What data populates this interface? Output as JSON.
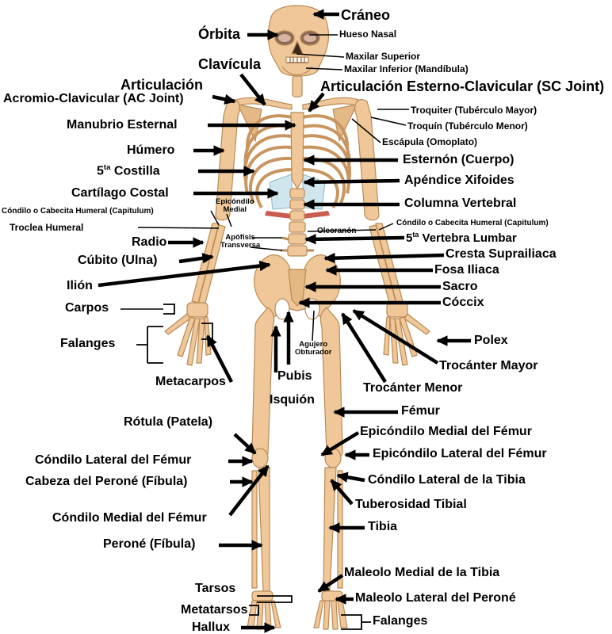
{
  "colors": {
    "bone": "#efc798",
    "bone_outline": "#b98a55",
    "cartilage": "#cfe6ee",
    "muscle_red": "#c95c4f",
    "arrow": "#000000",
    "background": "#ffffff"
  },
  "labels": {
    "craneo": "Cráneo",
    "orbita": "Órbita",
    "hueso_nasal": "Hueso Nasal",
    "maxilar_superior": "Maxilar Superior",
    "maxilar_inferior": "Maxilar Inferior (Mandíbula)",
    "clavicula": "Clavícula",
    "articulacion": "Articulación",
    "acromio": "Acromio-Clavicular (AC Joint)",
    "esterno_clavicular": "Articulación Esterno-Clavicular (SC Joint)",
    "troquiter": "Troquiter (Tubérculo Mayor)",
    "troquin": "Troquín (Tubérculo Menor)",
    "escapula": "Escápula (Omoplato)",
    "manubrio": "Manubrio Esternal",
    "humero": "Húmero",
    "costilla_num": "5",
    "costilla_sup": "ta",
    "costilla": "Costilla",
    "esternon": "Esternón (Cuerpo)",
    "xifoides": "Apéndice Xifoides",
    "cartilago": "Cartílago Costal",
    "columna": "Columna Vertebral",
    "epicondilo_medial_1": "Epicóndilo",
    "epicondilo_medial_2": "Medial",
    "condilo_izq": "Cóndilo o Cabecita Humeral (Capitulum)",
    "condilo_der": "Cóndilo o Cabecita Humeral (Capitulum)",
    "troclea": "Troclea Humeral",
    "olecranon": "Olecranón",
    "radio": "Radio",
    "apofisis_1": "Apófisis",
    "apofisis_2": "Transversa",
    "vertebra_num": "5",
    "vertebra_sup": "ta",
    "vertebra": "Vertebra Lumbar",
    "cubito": "Cúbito (Ulna)",
    "cresta": "Cresta Suprailiaca",
    "fosa": "Fosa Iliaca",
    "ilion": "Ilión",
    "sacro": "Sacro",
    "carpos": "Carpos",
    "coccix": "Cóccix",
    "falanges_mano": "Falanges",
    "polex": "Polex",
    "agujero_1": "Agujero",
    "agujero_2": "Obturador",
    "trocanter_mayor": "Trocánter Mayor",
    "metacarpos": "Metacarpos",
    "pubis": "Pubis",
    "trocanter_menor": "Trocánter Menor",
    "isquion": "Isquión",
    "femur": "Fémur",
    "rotula": "Rótula (Patela)",
    "epicondilo_medial_femur": "Epicóndilo Medial del Fémur",
    "condilo_lateral_femur": "Cóndilo Lateral del Fémur",
    "epicondilo_lateral_femur": "Epicóndilo Lateral del Fémur",
    "cabeza_perone": "Cabeza del Peroné (Fíbula)",
    "condilo_lateral_tibia": "Cóndilo Lateral de la Tibia",
    "tuberosidad": "Tuberosidad Tibial",
    "condilo_medial_femur": "Cóndilo Medial del Fémur",
    "tibia": "Tibia",
    "perone": "Peroné (Fíbula)",
    "maleolo_medial": "Maleolo Medial de la Tibia",
    "tarsos": "Tarsos",
    "maleolo_lateral": "Maleolo Lateral del Peroné",
    "metatarsos": "Metatarsos",
    "falanges_pie": "Falanges",
    "hallux": "Hallux"
  }
}
